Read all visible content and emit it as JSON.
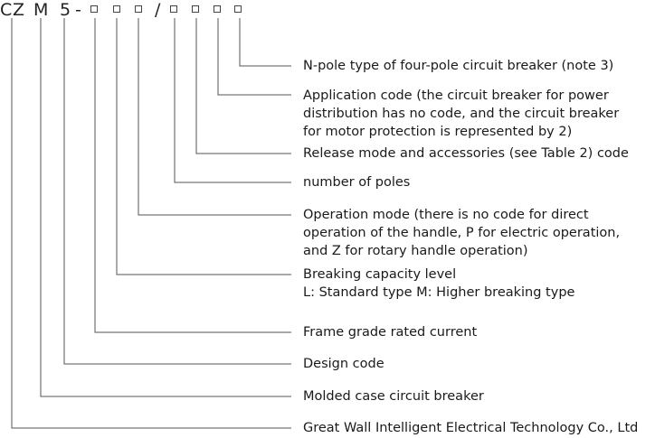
{
  "model_code": {
    "prefix": [
      "C",
      "Z",
      "M",
      "5",
      "-"
    ],
    "slash": "/"
  },
  "descriptions": [
    "N-pole type of four-pole circuit breaker (note 3)",
    "Application code (the circuit breaker for power\ndistribution has no code, and the circuit breaker\nfor motor protection is represented by 2)",
    "Release mode and accessories (see Table 2) code",
    "number of poles",
    "Operation mode (there is no code for direct\noperation of the handle, P for electric operation,\nand Z for rotary handle operation)",
    "Breaking capacity level\nL: Standard type M: Higher breaking type",
    "Frame grade rated current",
    "Design code",
    "Molded case circuit breaker",
    "Great Wall Intelligent Electrical Technology Co., Ltd"
  ],
  "colors": {
    "line": "#555555",
    "text": "#1a1a1a"
  }
}
